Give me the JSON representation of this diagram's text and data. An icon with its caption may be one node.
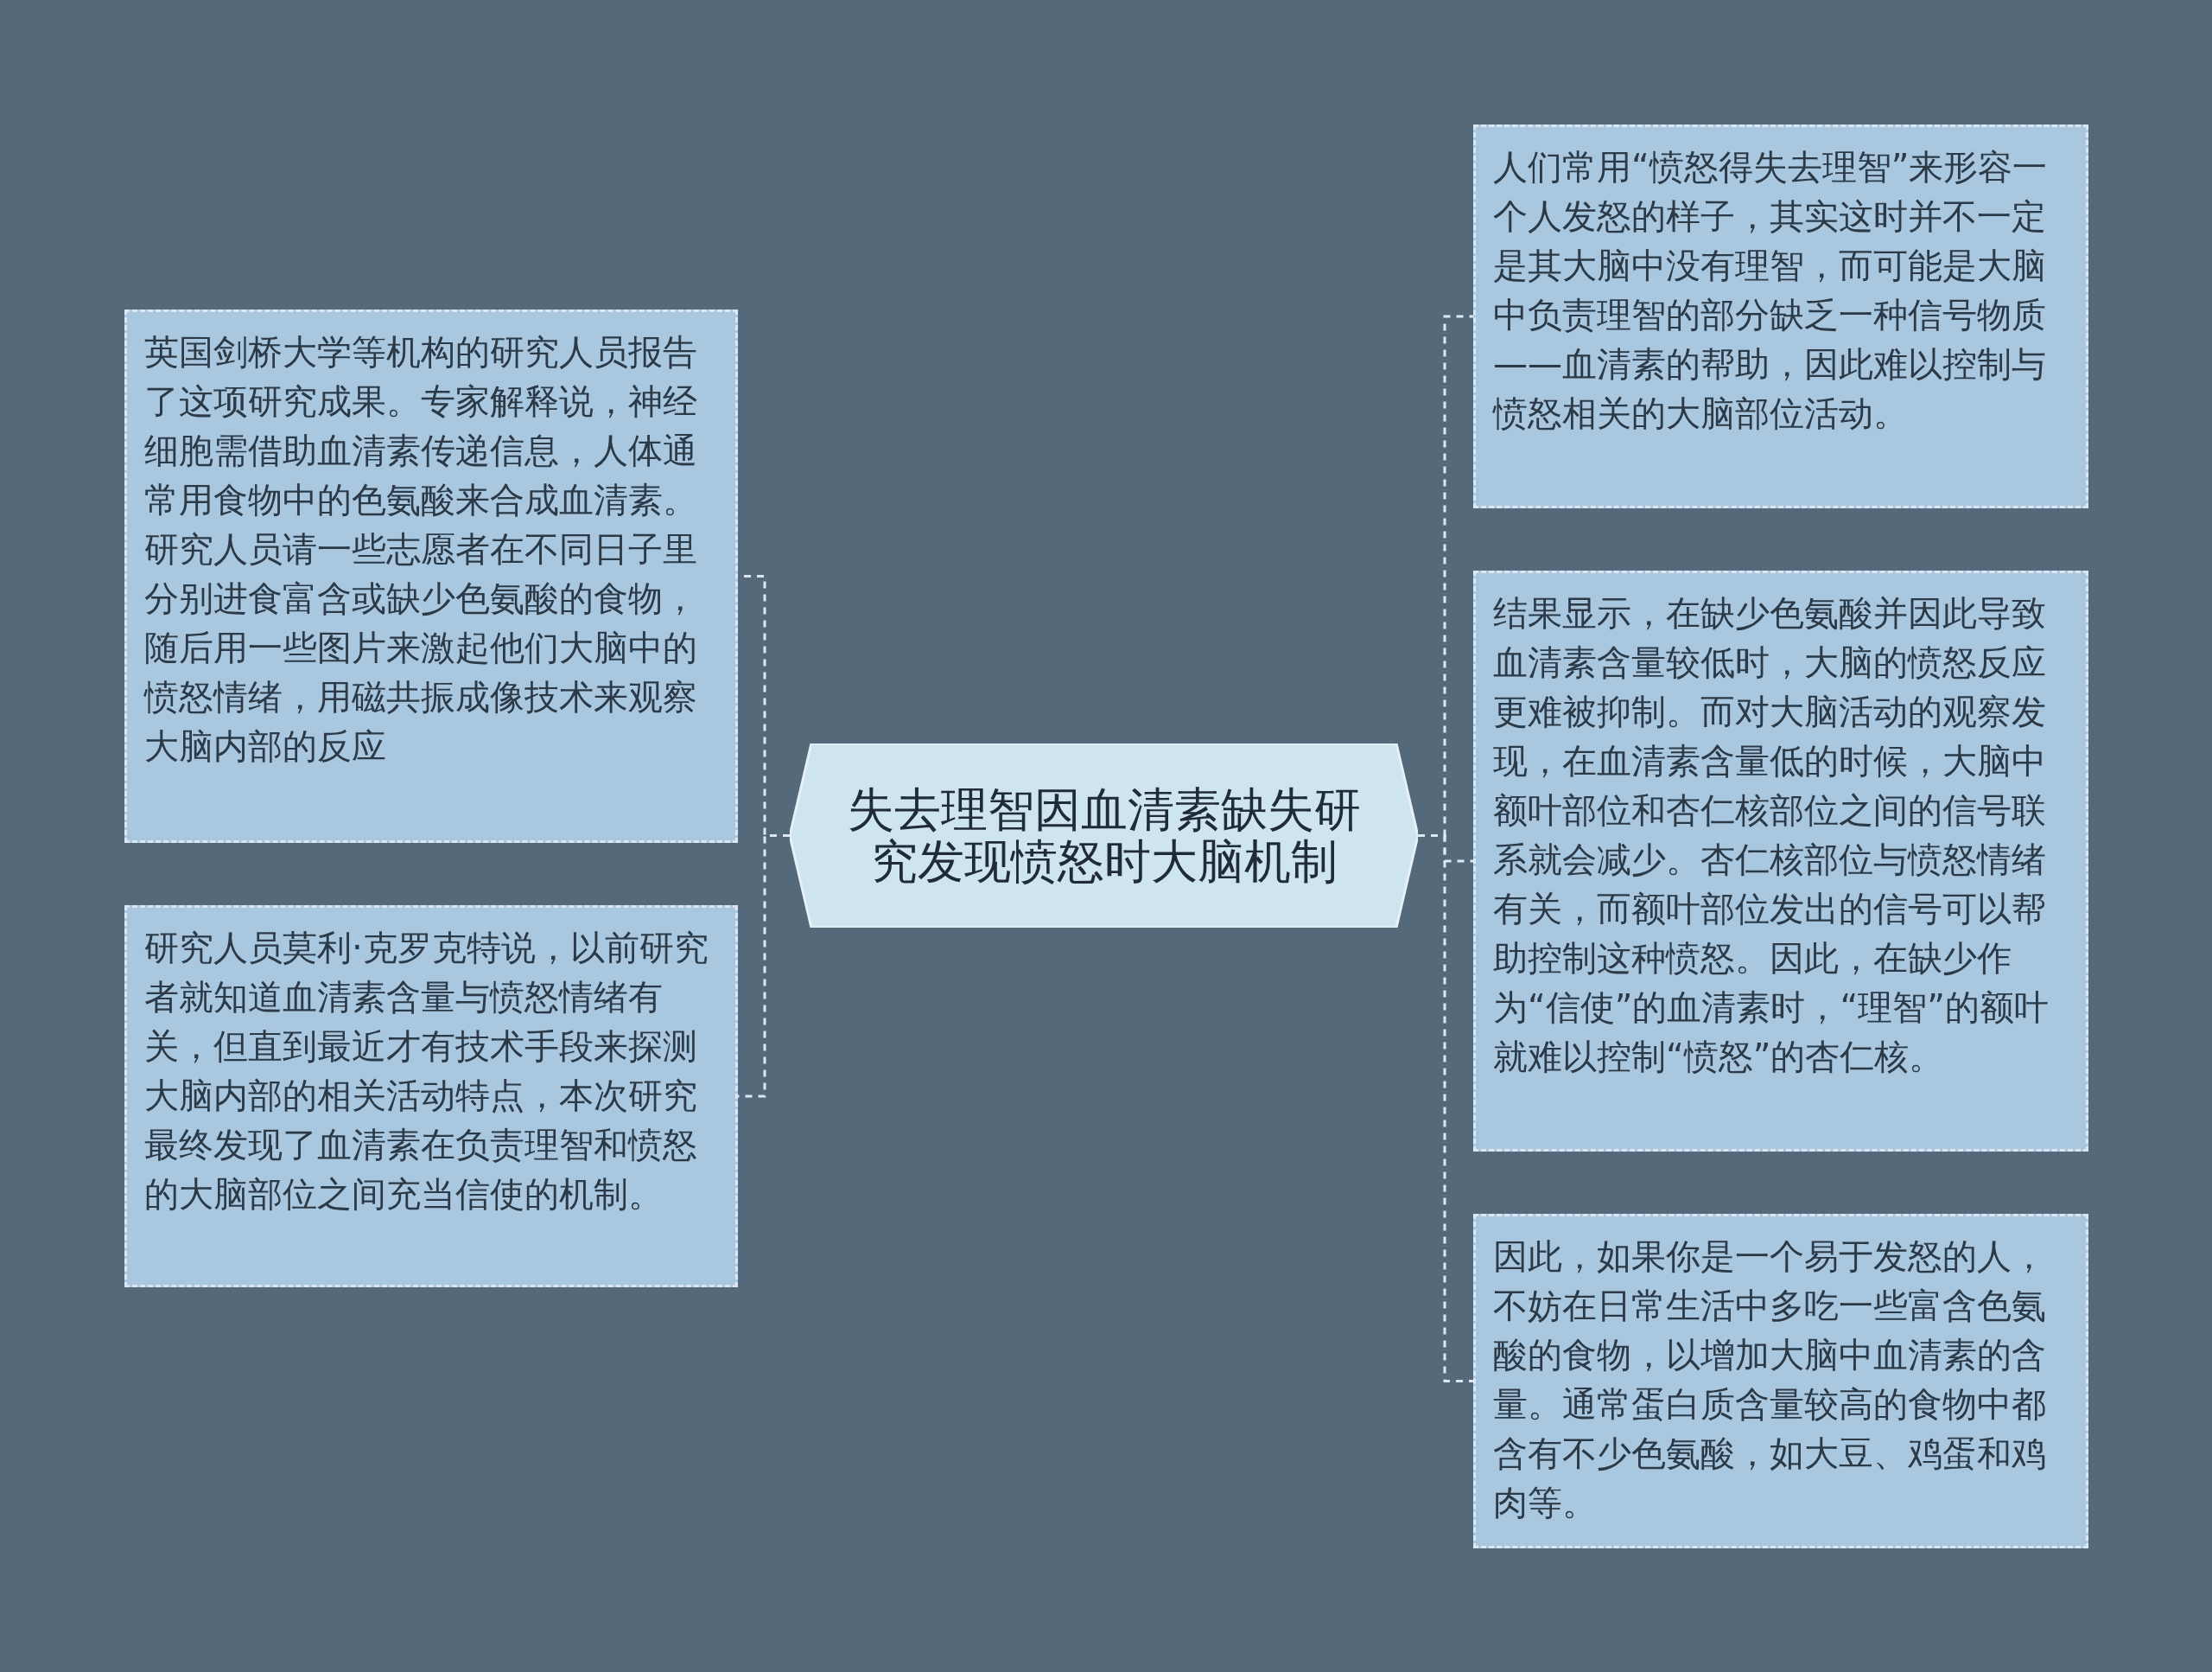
{
  "diagram": {
    "nodes": [
      {
        "text": [
          "失去理智因血清素缺失研究发现愤怒时大脑机制"
        ]
      },
      {
        "text": [
          "英国剑桥大学等机构的研究人员报告了这项研究成果。专家解释说，神经细胞需借助血清素传递信息，人体通常用食物中的色氨酸来合成血清素。研究人员请一些志愿者在不同日子里分别进食富含或缺少色氨酸的食物，随后用一些图片来激起他们大脑中的愤怒情绪，用磁共振成像技术来观察大脑内部的反应"
        ]
      },
      {
        "text": [
          "研究人员莫利·克罗克特说，以前研究者就知道血清素含量与愤怒情绪有关，但直到最近才有技术手段来探测大脑内部的相关活动特点，本次研究最终发现了血清素在负责理智和愤怒的大脑部位之间充当信使的机制。"
        ]
      },
      {
        "text": [
          "人们常用“愤怒得失去理智”来形容一个人发怒的样子，其实这时并不一定是其大脑中没有理智，而可能是大脑中负责理智的部分缺乏一种信号物质——血清素的帮助，因此难以控制与愤怒相关的大脑部位活动。"
        ]
      },
      {
        "text": [
          "结果显示，在缺少色氨酸并因此导致血清素含量较低时，大脑的愤怒反应更难被抑制。而对大脑活动的观察发现，在血清素含量低的时候，大脑中额叶部位和杏仁核部位之间的信号联系就会减少。杏仁核部位与愤怒情绪有关，而额叶部位发出的信号可以帮助控制这种愤怒。因此，在缺少作为“信使”的血清素时，“理智”的额叶就难以控制“愤怒”的杏仁核。"
        ]
      },
      {
        "text": [
          "因此，如果你是一个易于发怒的人，不妨在日常生活中多吃一些富含色氨酸的食物，以增加大脑中血清素的含量。通常蛋白质含量较高的食物中都含有不少色氨酸，如大豆、鸡蛋和鸡肉等。"
        ]
      }
    ],
    "edges": [
      {
        "from": 0,
        "to": 1,
        "arrow": "none",
        "style": "dashed"
      },
      {
        "from": 0,
        "to": 2,
        "arrow": "none",
        "style": "dashed"
      },
      {
        "from": 0,
        "to": 3,
        "arrow": "none",
        "style": "dashed"
      },
      {
        "from": 0,
        "to": 4,
        "arrow": "none",
        "style": "dashed"
      },
      {
        "from": 0,
        "to": 5,
        "arrow": "none",
        "style": "dashed"
      }
    ]
  }
}
